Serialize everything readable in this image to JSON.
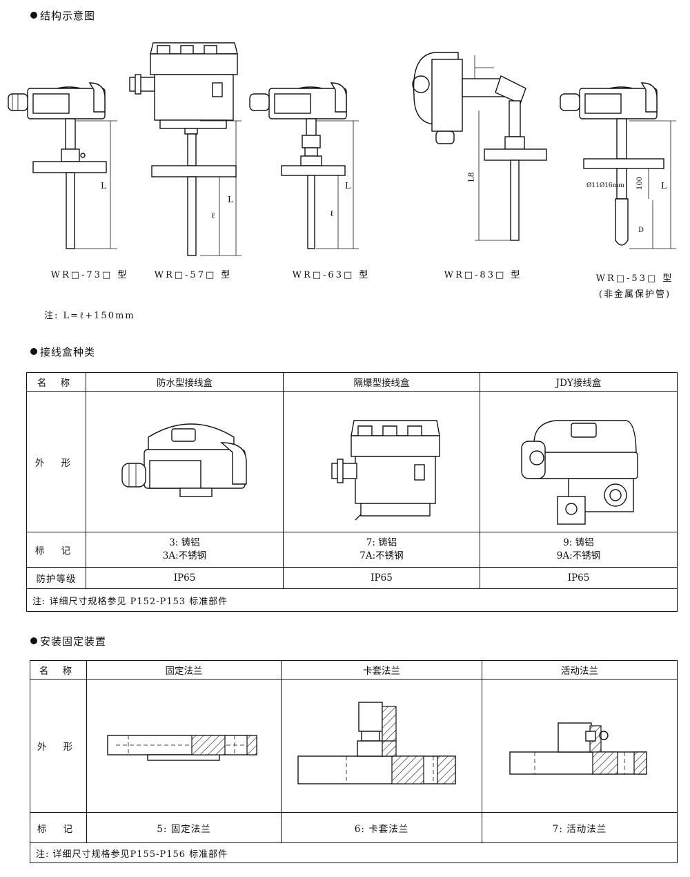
{
  "sections": {
    "structure": "结构示意图",
    "junction_boxes": "接线盒种类",
    "mounting": "安装固定装置"
  },
  "models": [
    {
      "label": "WR□-73□ 型"
    },
    {
      "label": "WR□-57□ 型"
    },
    {
      "label": "WR□-63□ 型"
    },
    {
      "label": "WR□-83□ 型"
    },
    {
      "label": "WR□-53□ 型",
      "sub": "(非金属保护管)"
    }
  ],
  "dims": {
    "L": "L",
    "l": "ℓ",
    "L8": "L8",
    "d100": "100",
    "D": "D",
    "dia": "Ø11Ø16mm"
  },
  "structure_note": "注: L=ℓ+150mm",
  "junction_table": {
    "headers": [
      "名 称",
      "防水型接线盒",
      "隔爆型接线盒",
      "JDY接线盒"
    ],
    "row_shape": "外 形",
    "row_mark": "标 记",
    "marks": [
      [
        "3: 铸铝",
        "3A:不锈钢"
      ],
      [
        "7: 铸铝",
        "7A:不锈钢"
      ],
      [
        "9: 铸铝",
        "9A:不锈钢"
      ]
    ],
    "row_protection": "防护等级",
    "protection": [
      "IP65",
      "IP65",
      "IP65"
    ],
    "note": "注: 详细尺寸规格参见 P152-P153  标准部件"
  },
  "mounting_table": {
    "headers": [
      "名 称",
      "固定法兰",
      "卡套法兰",
      "活动法兰"
    ],
    "row_shape": "外 形",
    "row_mark": "标 记",
    "marks": [
      "5: 固定法兰",
      "6: 卡套法兰",
      "7: 活动法兰"
    ],
    "note": "注: 详细尺寸规格参见P155-P156 标准部件"
  }
}
